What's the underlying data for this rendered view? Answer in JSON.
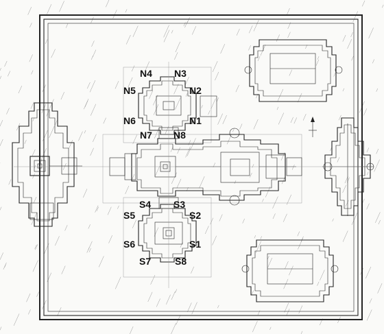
{
  "plan": {
    "labels": {
      "N1": "N1",
      "N2": "N2",
      "N3": "N3",
      "N4": "N4",
      "N5": "N5",
      "N6": "N6",
      "N7": "N7",
      "N8": "N8",
      "S1": "S1",
      "S2": "S2",
      "S3": "S3",
      "S4": "S4",
      "S5": "S5",
      "S6": "S6",
      "S7": "S7",
      "S8": "S8"
    },
    "north_arrow": "north-arrow-icon"
  }
}
